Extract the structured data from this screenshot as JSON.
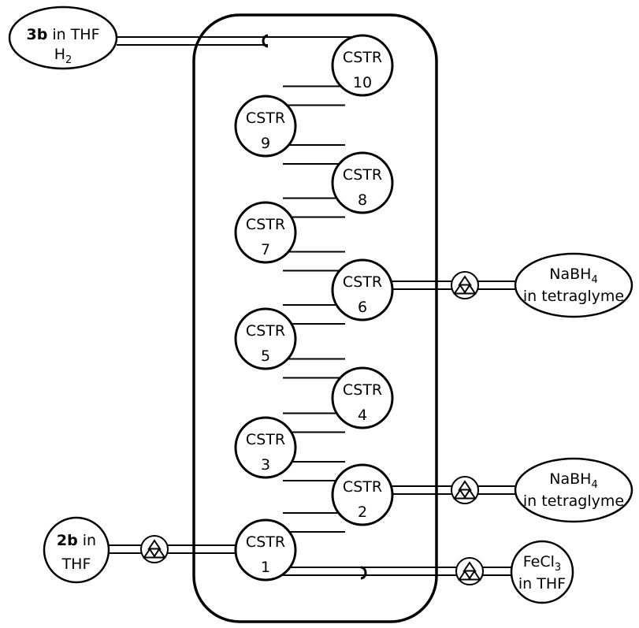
{
  "diagram": {
    "type": "flow-reactor-cascade",
    "reactors": [
      {
        "id": "cstr-1",
        "label": "CSTR",
        "number": "1",
        "column": "left"
      },
      {
        "id": "cstr-2",
        "label": "CSTR",
        "number": "2",
        "column": "right"
      },
      {
        "id": "cstr-3",
        "label": "CSTR",
        "number": "3",
        "column": "left"
      },
      {
        "id": "cstr-4",
        "label": "CSTR",
        "number": "4",
        "column": "right"
      },
      {
        "id": "cstr-5",
        "label": "CSTR",
        "number": "5",
        "column": "left"
      },
      {
        "id": "cstr-6",
        "label": "CSTR",
        "number": "6",
        "column": "right"
      },
      {
        "id": "cstr-7",
        "label": "CSTR",
        "number": "7",
        "column": "left"
      },
      {
        "id": "cstr-8",
        "label": "CSTR",
        "number": "8",
        "column": "right"
      },
      {
        "id": "cstr-9",
        "label": "CSTR",
        "number": "9",
        "column": "left"
      },
      {
        "id": "cstr-10",
        "label": "CSTR",
        "number": "10",
        "column": "right"
      }
    ],
    "feeds": {
      "product": {
        "bold": "3b",
        "line1_rest": " in THF",
        "line2_main": "H",
        "line2_sub": "2"
      },
      "substrate": {
        "bold": "2b",
        "line1_rest": " in",
        "line2": "THF"
      },
      "nabh4_upper": {
        "line1_main": "NaBH",
        "line1_sub": "4",
        "line2": "in tetraglyme",
        "target": "CSTR 6"
      },
      "nabh4_lower": {
        "line1_main": "NaBH",
        "line1_sub": "4",
        "line2": "in tetraglyme",
        "target": "CSTR 2"
      },
      "fecl3": {
        "line1_main": "FeCl",
        "line1_sub": "3",
        "line2": "in THF",
        "target": "CSTR 1 outlet"
      }
    },
    "pumps": [
      "pump-substrate",
      "pump-nabh4-upper",
      "pump-nabh4-lower",
      "pump-fecl3"
    ],
    "colors": {
      "line": "#000000",
      "background": "#ffffff"
    }
  }
}
